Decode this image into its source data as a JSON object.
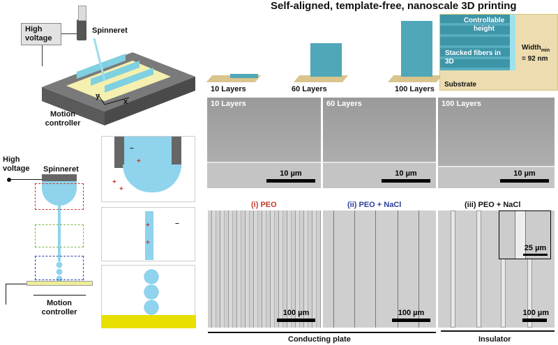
{
  "title": "Self-aligned, template-free, nanoscale 3D printing",
  "setup": {
    "high_voltage": "High voltage",
    "spinneret": "Spinneret",
    "motion_controller": "Motion controller",
    "axis_x": "x",
    "axis_y": "y"
  },
  "mechanism": {
    "high_voltage": "High voltage",
    "spinneret": "Spinneret",
    "motion_controller": "Motion controller"
  },
  "render": {
    "layers": [
      "10 Layers",
      "60 Layers",
      "100 Layers"
    ],
    "controllable_height": "Controllable height",
    "stacked_fibers": "Stacked fibers in 3D",
    "width": "Width",
    "width_sub": "min",
    "width_value": "= 92 nm",
    "substrate": "Substrate"
  },
  "sem": [
    {
      "label": "10 Layers",
      "scale": "10 µm"
    },
    {
      "label": "60 Layers",
      "scale": "10 µm"
    },
    {
      "label": "100 Layers",
      "scale": "10 µm"
    }
  ],
  "optical": [
    {
      "label": "(i) PEO",
      "color": "#c0392b",
      "scale": "100 µm"
    },
    {
      "label": "(ii) PEO + NaCl",
      "color": "#2c3e9e",
      "scale": "100 µm"
    },
    {
      "label": "(iii) PEO + NaCl",
      "color": "#222222",
      "scale": "100 µm",
      "inset_scale": "25 µm"
    }
  ],
  "groups": {
    "conducting": "Conducting plate",
    "insulator": "Insulator"
  },
  "colors": {
    "fiber": "#5fb8c8",
    "substrate": "#e8df00",
    "jet": "#8fd3ec"
  }
}
